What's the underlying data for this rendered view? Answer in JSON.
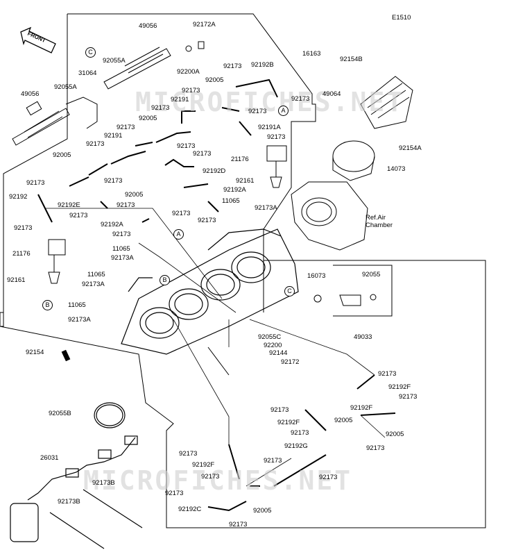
{
  "diagram": {
    "code": "E1510",
    "direction_label": "FRONT",
    "watermark": "MICROFICHES.NET",
    "callouts": [
      "A",
      "B",
      "C"
    ],
    "ref_label": "Ref.Air\nChamber",
    "part_numbers": [
      "49056",
      "92172A",
      "16163",
      "92154B",
      "92055A",
      "92200A",
      "31064",
      "92055A",
      "92173",
      "92192B",
      "49056",
      "92005",
      "92173",
      "92173",
      "92191",
      "92173",
      "49064",
      "92173",
      "92005",
      "92191A",
      "92191",
      "92173",
      "92173",
      "92154A",
      "92173",
      "92173",
      "92173",
      "92005",
      "92192D",
      "21176",
      "14073",
      "92173",
      "92173",
      "92161",
      "92192",
      "92192E",
      "92005",
      "92192A",
      "92173",
      "92173",
      "11065",
      "92192A",
      "92173",
      "92173",
      "92173A",
      "92173",
      "92173",
      "11065",
      "21176",
      "92173A",
      "11065",
      "92161",
      "92173A",
      "16073",
      "92055",
      "11065",
      "92173A",
      "49033",
      "92055C",
      "92154",
      "92200",
      "92144",
      "92172",
      "92173",
      "92192F",
      "92173",
      "92173",
      "92192F",
      "92055B",
      "92192F",
      "92005",
      "92173",
      "92005",
      "92192G",
      "26031",
      "92173",
      "92173",
      "92192F",
      "92173",
      "92173B",
      "92173",
      "92173",
      "92173B",
      "92173",
      "92192C",
      "92005",
      "92173"
    ]
  }
}
